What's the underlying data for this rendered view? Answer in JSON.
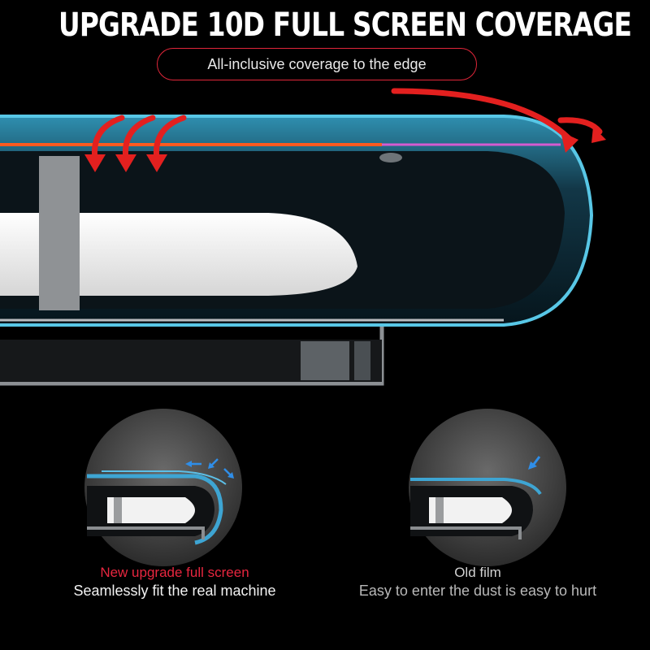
{
  "headline": "UPGRADE 10D FULL SCREEN COVERAGE",
  "tagline": "All-inclusive coverage to the edge",
  "comparison": {
    "new": {
      "title": "New upgrade full screen",
      "subtitle": "Seamlessly fit the real machine"
    },
    "old": {
      "title": "Old film",
      "subtitle": "Easy to enter the dust is easy to hurt"
    }
  },
  "colors": {
    "background": "#000000",
    "accent_red": "#e1263a",
    "film_blue": "#3ea5d3",
    "arrow_blue": "#2f8ee8"
  },
  "icons": [
    "red-arrow-icon",
    "blue-arrow-icon"
  ]
}
